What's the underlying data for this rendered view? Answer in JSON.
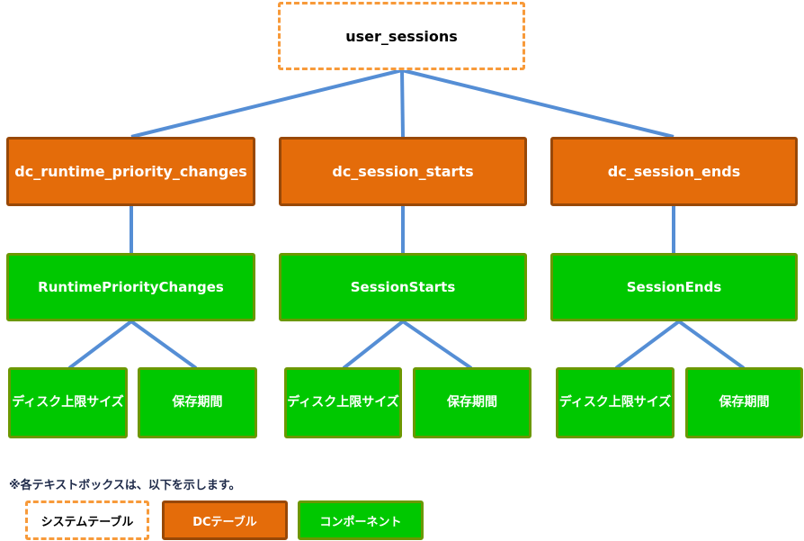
{
  "root": {
    "label": "user_sessions"
  },
  "dc_tables": [
    {
      "label": "dc_runtime_priority_changes"
    },
    {
      "label": "dc_session_starts"
    },
    {
      "label": "dc_session_ends"
    }
  ],
  "components": [
    {
      "label": "RuntimePriorityChanges",
      "children": [
        "ディスク上限サイズ",
        "保存期間"
      ]
    },
    {
      "label": "SessionStarts",
      "children": [
        "ディスク上限サイズ",
        "保存期間"
      ]
    },
    {
      "label": "SessionEnds",
      "children": [
        "ディスク上限サイズ",
        "保存期間"
      ]
    }
  ],
  "legend": {
    "note": "※各テキストボックスは、以下を示します。",
    "system_table": "システムテーブル",
    "dc_table": "DCテーブル",
    "component": "コンポーネント"
  },
  "colors": {
    "connector": "#558ed5",
    "system_border": "#f79a3a",
    "dc_fill": "#e46c0a",
    "dc_border": "#984807",
    "component_fill": "#00c800",
    "component_border": "#6b9800"
  }
}
